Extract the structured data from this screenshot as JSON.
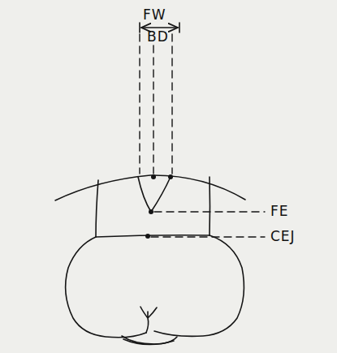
{
  "diagram": {
    "labels": [
      "FW",
      "BD",
      "FE",
      "CEJ"
    ]
  }
}
